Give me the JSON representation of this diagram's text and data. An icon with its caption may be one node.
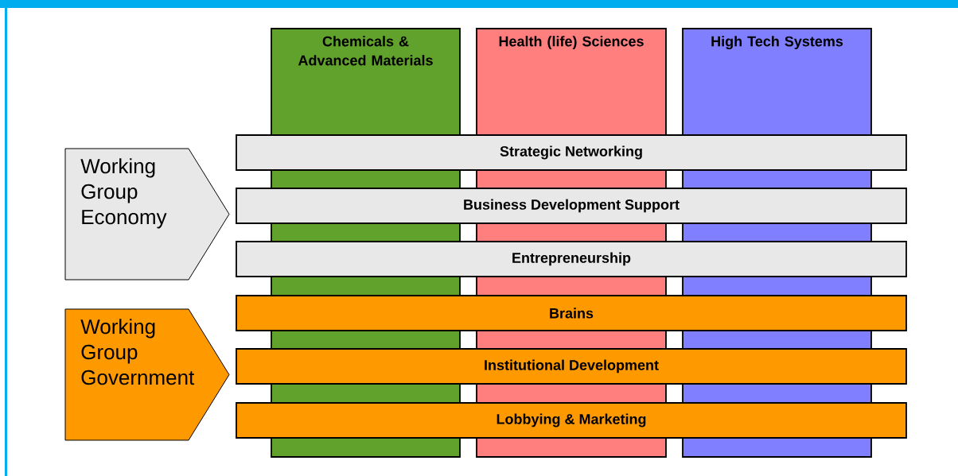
{
  "diagram": {
    "nodes": [
      {
        "text": [
          "Chemicals & Advanced Materials"
        ]
      },
      {
        "text": [
          "Health (life) Sciences"
        ]
      },
      {
        "text": [
          "High Tech Systems"
        ]
      },
      {
        "text": [
          "Strategic Networking"
        ]
      },
      {
        "text": [
          "Business Development Support"
        ]
      },
      {
        "text": [
          "Entrepreneurship"
        ]
      },
      {
        "text": [
          "Brains"
        ]
      },
      {
        "text": [
          "Institutional Development"
        ]
      },
      {
        "text": [
          "Lobbying & Marketing"
        ]
      },
      {
        "text": [
          "Working Group Economy"
        ]
      },
      {
        "text": [
          "Working Group Government"
        ]
      }
    ]
  }
}
